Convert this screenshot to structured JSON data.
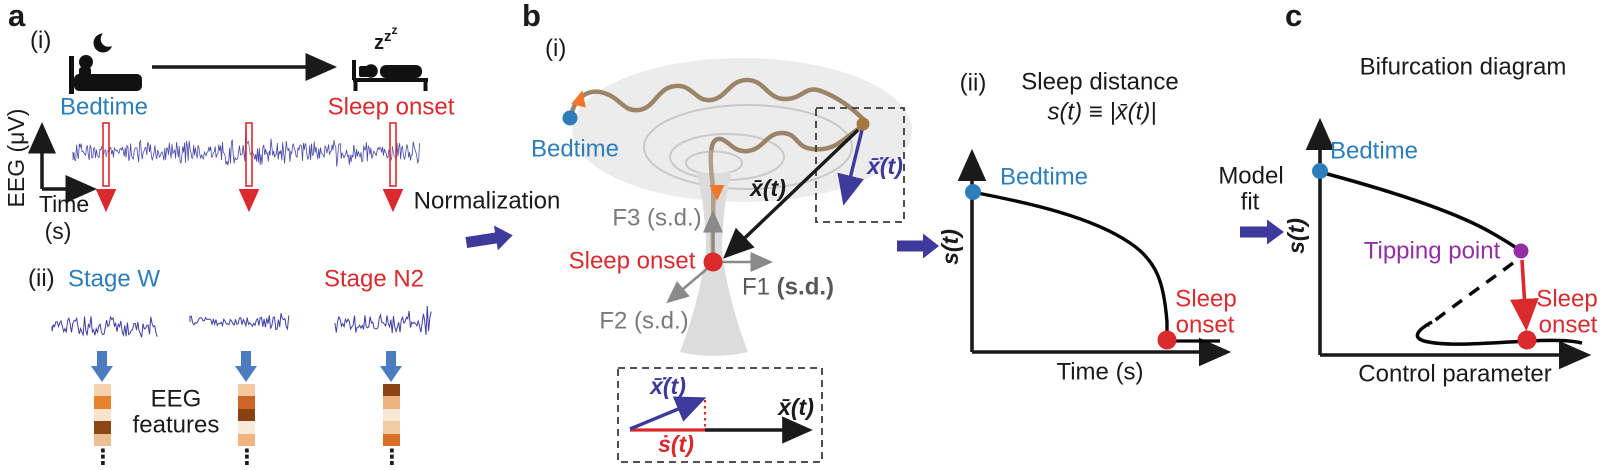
{
  "colors": {
    "blue": "#2d7dbb",
    "red": "#da2a2e",
    "purple": "#932fa5",
    "indigo": "#3d3a9c",
    "eeg_trace": "#3e3ea5",
    "trajectory_brown": "#9c8468",
    "trajectory_tan": "#b3a089",
    "trajectory_dot": "#a5793d",
    "steel_arrow": "#4a7cc0",
    "orange": "#f2772b",
    "gray_axis": "#8a8a8a",
    "disk_fill": "#ececec",
    "disk_ring": "#c9c9c9",
    "funnel_fill": "#dcdcdc",
    "black": "#1a1a1a"
  },
  "panel_a": {
    "label": "a",
    "part_i": "(i)",
    "part_ii": "(ii)",
    "bedtime": "Bedtime",
    "sleep_onset": "Sleep onset",
    "zzz_parts": [
      "z",
      "z",
      "z"
    ],
    "y_axis": "EEG (μV)",
    "x_axis_line1": "Time",
    "x_axis_line2": "(s)",
    "stage_w": "Stage W",
    "stage_n2": "Stage N2",
    "features_line1": "EEG",
    "features_line2": "features",
    "ellipsis": "⋮",
    "feature_vectors": [
      [
        "#f6d3ac",
        "#e8832d",
        "#f8e3cb",
        "#8a4715",
        "#edbe93"
      ],
      [
        "#f4c99f",
        "#cd6527",
        "#8a4012",
        "#f8ead9",
        "#f0b57f"
      ],
      [
        "#8a4414",
        "#eeb27c",
        "#f7e8d6",
        "#f3cba4",
        "#d96f25"
      ]
    ]
  },
  "between": {
    "normalization": "Normalization",
    "model_fit_line1": "Model",
    "model_fit_line2": "fit"
  },
  "panel_b": {
    "label": "b",
    "part_i": "(i)",
    "part_ii": "(ii)",
    "bedtime": "Bedtime",
    "sleep_onset": "Sleep onset",
    "f3": "F3 (s.d.)",
    "f2": "F2 (s.d.)",
    "f1_prefix": "F1 ",
    "f1_sd": "(s.d.)",
    "x_bar": "x̄(t)",
    "x_bar_dot": "x̄̇(t)",
    "s_dot": "ṡ(t)",
    "title_line1": "Sleep distance",
    "title_line2": "s(t) ≡ |x̄(t)|",
    "y_label": "s(t)",
    "x_label": "Time (s)",
    "sleep_line1": "Sleep",
    "sleep_line2": "onset"
  },
  "panel_c": {
    "label": "c",
    "title": "Bifurcation diagram",
    "bedtime": "Bedtime",
    "tipping_point": "Tipping point",
    "sleep_line1": "Sleep",
    "sleep_line2": "onset",
    "y_label": "s(t)",
    "x_label": "Control parameter"
  }
}
